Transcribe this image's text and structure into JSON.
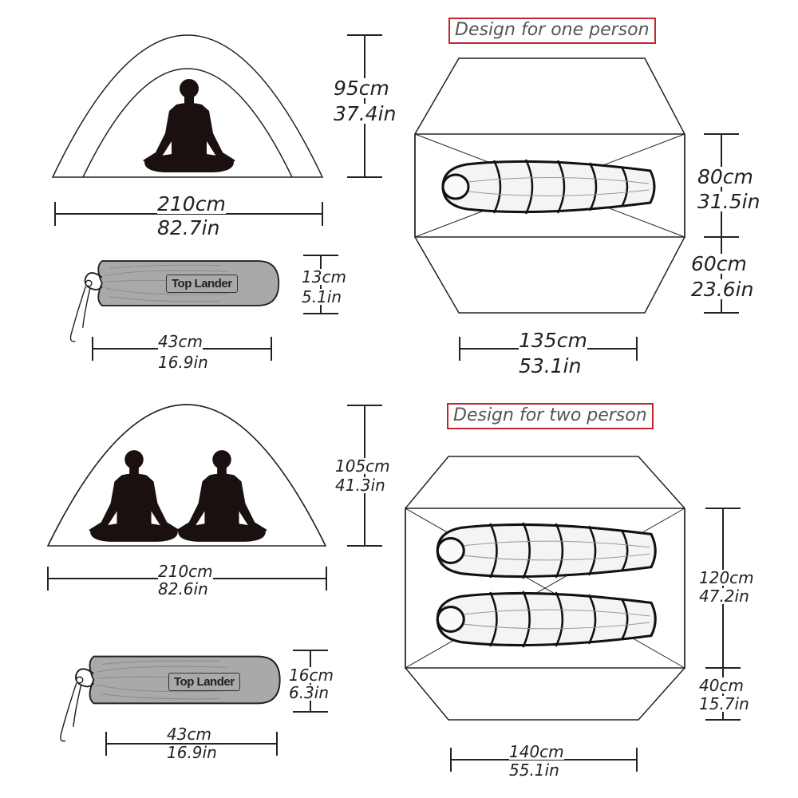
{
  "colors": {
    "title_border": "#c0282d",
    "silhouette": "#1a1010",
    "bag_fill": "#a9a9a9",
    "line": "#222222"
  },
  "one_person": {
    "title": "Design for one person",
    "tent": {
      "width_cm": "210cm",
      "width_in": "82.7in",
      "height_cm": "95cm",
      "height_in": "37.4in",
      "people": 1
    },
    "bag": {
      "brand": "Top Lander",
      "length_cm": "43cm",
      "length_in": "16.9in",
      "diameter_cm": "13cm",
      "diameter_in": "5.1in"
    },
    "floor": {
      "inner_depth_cm": "80cm",
      "inner_depth_in": "31.5in",
      "vestibule_cm": "60cm",
      "vestibule_in": "23.6in",
      "width_cm": "135cm",
      "width_in": "53.1in",
      "sleeping_bags": 1
    }
  },
  "two_person": {
    "title": "Design for two person",
    "tent": {
      "width_cm": "210cm",
      "width_in": "82.6in",
      "height_cm": "105cm",
      "height_in": "41.3in",
      "people": 2
    },
    "bag": {
      "brand": "Top Lander",
      "length_cm": "43cm",
      "length_in": "16.9in",
      "diameter_cm": "16cm",
      "diameter_in": "6.3in"
    },
    "floor": {
      "inner_depth_cm": "120cm",
      "inner_depth_in": "47.2in",
      "vestibule_cm": "40cm",
      "vestibule_in": "15.7in",
      "width_cm": "140cm",
      "width_in": "55.1in",
      "sleeping_bags": 2
    }
  }
}
